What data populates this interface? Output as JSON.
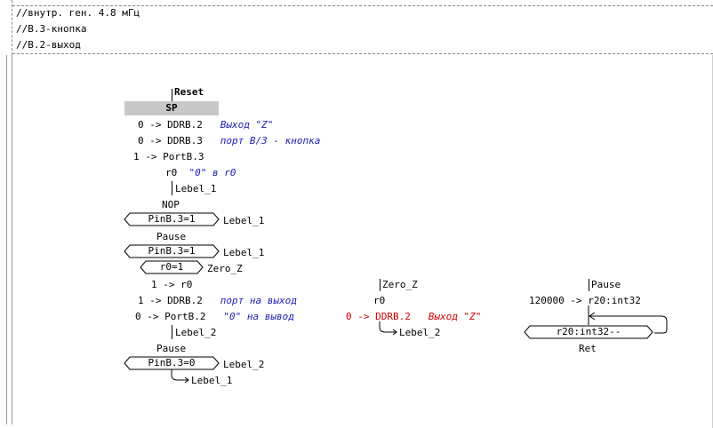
{
  "comments": [
    "//внутр. ген. 4.8 мГц",
    "//B.3-кнопка",
    "//B.2-выход"
  ],
  "reset": {
    "label": "Reset",
    "sp_label": "SP",
    "lines": [
      {
        "code": "0 -> DDRB.2",
        "comment": "Выход \"Z\""
      },
      {
        "code": "0 -> DDRB.3",
        "comment": "порт B/3 - кнопка"
      },
      {
        "code": "1 -> PortB.3",
        "comment": ""
      },
      {
        "code": "r0",
        "comment": "\"0\" в r0"
      }
    ],
    "label_lebel1": "Lebel_1",
    "nop": "NOP",
    "cond1": {
      "text": "PinB.3=1",
      "target": "Lebel_1"
    },
    "pause1": "Pause",
    "cond2": {
      "text": "PinB.3=1",
      "target": "Lebel_1"
    },
    "cond3": {
      "text": "r0=1",
      "target": "Zero_Z"
    },
    "line_r0": "1 -> r0",
    "line_ddrb": {
      "code": "1 -> DDRB.2",
      "comment": "порт на выход"
    },
    "line_portb": {
      "code": "0 -> PortB.2",
      "comment": "\"0\" на вывод"
    },
    "label_lebel2": "Lebel_2",
    "pause2": "Pause",
    "cond4": {
      "text": "PinB.3=0",
      "target": "Lebel_2"
    },
    "jump_lebel1": "Lebel_1"
  },
  "zero_z": {
    "label": "Zero_Z",
    "r0": "r0",
    "line": {
      "code": "0 -> DDRB.2",
      "comment": "Выход \"Z\""
    },
    "jump": "Lebel_2"
  },
  "pause_proc": {
    "label": "Pause",
    "line": "120000 -> r20:int32",
    "cond": "r20:int32--",
    "ret": "Ret"
  }
}
